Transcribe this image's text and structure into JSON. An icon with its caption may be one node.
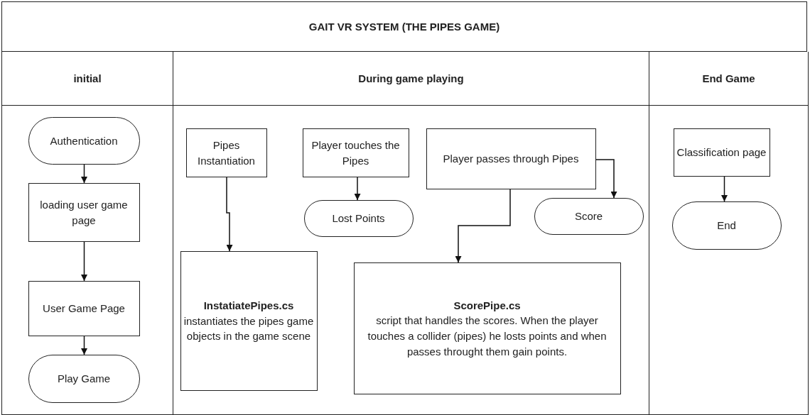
{
  "diagram": {
    "title": "GAIT VR SYSTEM (THE PIPES GAME)",
    "nodes": [
      {
        "text": [
          "initial"
        ]
      },
      {
        "text": [
          "During game playing"
        ]
      },
      {
        "text": [
          "End Game"
        ]
      },
      {
        "text": [
          "Authentication"
        ],
        "in": 0
      },
      {
        "text": [
          "loading user game page"
        ],
        "in": 0
      },
      {
        "text": [
          "User Game Page"
        ],
        "in": 0
      },
      {
        "text": [
          "Play Game"
        ],
        "in": 0
      },
      {
        "text": [
          "Pipes Instantiation"
        ],
        "in": 1
      },
      {
        "text": [
          "Player touches the Pipes"
        ],
        "in": 1
      },
      {
        "text": [
          "Player passes through Pipes"
        ],
        "in": 1
      },
      {
        "text": [
          "InstatiatePipes.cs",
          "instantiates the pipes game objects in the game scene"
        ],
        "in": 1
      },
      {
        "text": [
          "Lost Points"
        ],
        "in": 1
      },
      {
        "text": [
          "Score"
        ],
        "in": 1
      },
      {
        "text": [
          "ScorePipe.cs",
          "script that handles the scores. When the player touches a collider (pipes) he losts points and when passes throught them gain points."
        ],
        "in": 1
      },
      {
        "text": [
          "Classification page"
        ],
        "in": 2
      },
      {
        "text": [
          "End"
        ],
        "in": 2
      }
    ],
    "edges": [
      {
        "from": 3,
        "to": 4,
        "arrow": "to"
      },
      {
        "from": 4,
        "to": 5,
        "arrow": "to"
      },
      {
        "from": 5,
        "to": 6,
        "arrow": "to"
      },
      {
        "from": 7,
        "to": 10,
        "arrow": "to"
      },
      {
        "from": 8,
        "to": 11,
        "arrow": "to"
      },
      {
        "from": 9,
        "to": 12,
        "arrow": "to"
      },
      {
        "from": 9,
        "to": 13,
        "arrow": "to"
      },
      {
        "from": 14,
        "to": 15,
        "arrow": "to"
      }
    ]
  }
}
